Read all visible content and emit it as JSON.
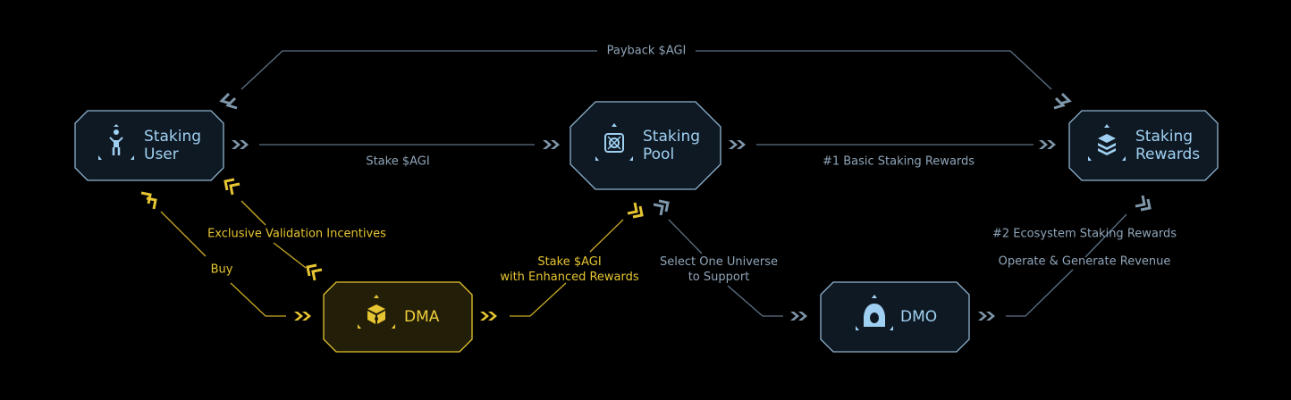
{
  "nodes": {
    "staking_user": {
      "line1": "Staking",
      "line2": "User",
      "icon": "person-icon"
    },
    "staking_pool": {
      "line1": "Staking",
      "line2": "Pool",
      "icon": "pool-icon"
    },
    "staking_rewards": {
      "line1": "Staking",
      "line2": "Rewards",
      "icon": "layers-icon"
    },
    "dma": {
      "label": "DMA",
      "icon": "cube-icon"
    },
    "dmo": {
      "label": "DMO",
      "icon": "hooded-figure-icon"
    }
  },
  "edges": {
    "payback": "Payback $AGI",
    "stake": "Stake $AGI",
    "basic_rewards": "#1 Basic Staking Rewards",
    "exclusive_incentives": "Exclusive Validation Incentives",
    "buy": "Buy",
    "stake_enhanced_1": "Stake $AGI",
    "stake_enhanced_2": "with Enhanced Rewards",
    "select_universe_1": "Select One Universe",
    "select_universe_2": "to Support",
    "ecosystem_rewards": "#2 Ecosystem Staking Rewards",
    "operate_revenue": "Operate & Generate Revenue"
  },
  "colors": {
    "background": "#000000",
    "node_fill": "#0f1923",
    "node_border": "#8fb3cf",
    "line_blue": "#6f8598",
    "text_blue": "#8fa4b8",
    "gold": "#e6c532",
    "gold_fill": "#221e08",
    "icon_blue": "#9fd0f2"
  }
}
